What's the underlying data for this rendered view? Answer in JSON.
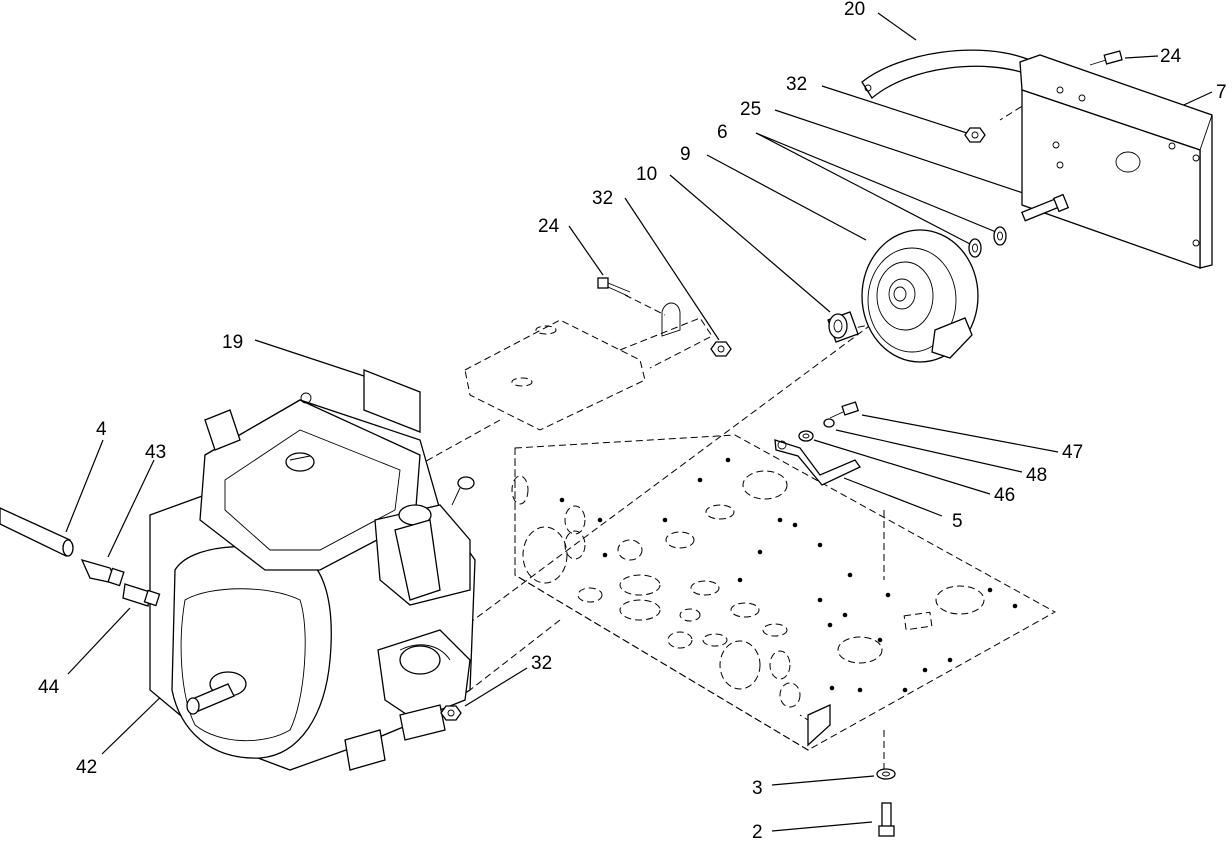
{
  "callouts": [
    {
      "id": "c20a",
      "text": "20"
    },
    {
      "id": "c24a",
      "text": "24"
    },
    {
      "id": "c7",
      "text": "7"
    },
    {
      "id": "c32a",
      "text": "32"
    },
    {
      "id": "c25",
      "text": "25"
    },
    {
      "id": "c6",
      "text": "6"
    },
    {
      "id": "c9",
      "text": "9"
    },
    {
      "id": "c10",
      "text": "10"
    },
    {
      "id": "c32b",
      "text": "32"
    },
    {
      "id": "c24b",
      "text": "24"
    },
    {
      "id": "c19",
      "text": "19"
    },
    {
      "id": "c4",
      "text": "4"
    },
    {
      "id": "c43",
      "text": "43"
    },
    {
      "id": "c47",
      "text": "47"
    },
    {
      "id": "c48",
      "text": "48"
    },
    {
      "id": "c46",
      "text": "46"
    },
    {
      "id": "c5",
      "text": "5"
    },
    {
      "id": "c32c",
      "text": "32"
    },
    {
      "id": "c44",
      "text": "44"
    },
    {
      "id": "c42",
      "text": "42"
    },
    {
      "id": "c3",
      "text": "3"
    },
    {
      "id": "c2",
      "text": "2"
    }
  ]
}
